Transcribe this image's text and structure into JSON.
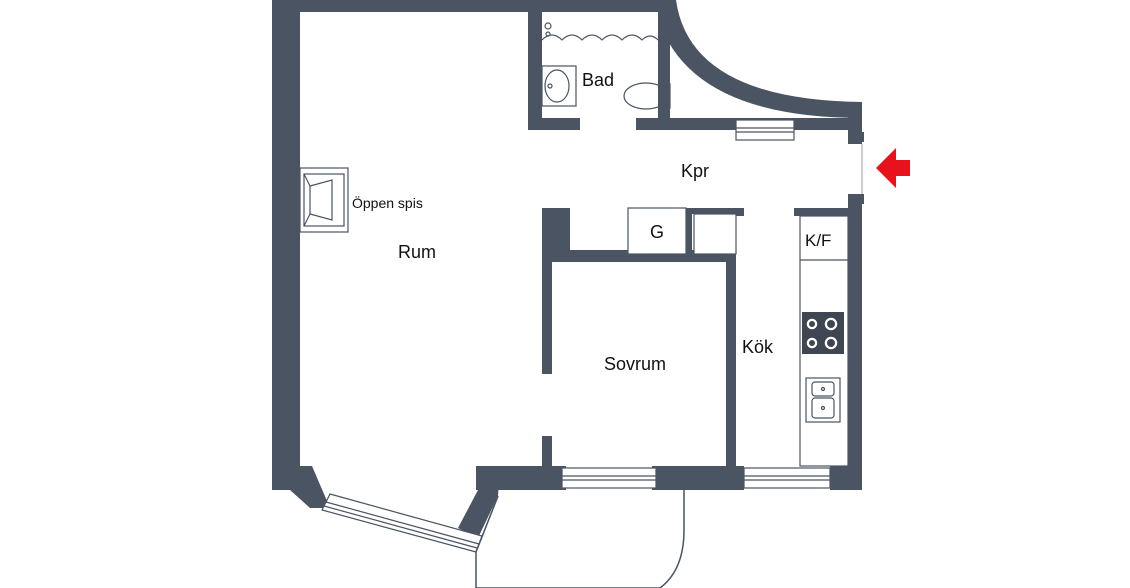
{
  "floor_plan": {
    "rooms": {
      "rum": "Rum",
      "bad": "Bad",
      "kpr": "Kpr",
      "kok": "Kök",
      "sovrum": "Sovrum"
    },
    "labels": {
      "fireplace": "Öppen spis",
      "wardrobe": "G",
      "fridge_freezer": "K/F"
    },
    "colors": {
      "wall": "#4a5462",
      "entrance_arrow": "#e8121c",
      "background": "#ffffff",
      "fixture_stroke": "#4a5462"
    },
    "icons": {
      "entrance": "entrance-arrow-icon",
      "toilet": "toilet-icon",
      "sink": "washbasin-icon",
      "shower": "shower-icon",
      "stove": "stove-icon",
      "kitchen_sink": "kitchen-sink-icon",
      "fireplace": "fireplace-icon"
    }
  }
}
